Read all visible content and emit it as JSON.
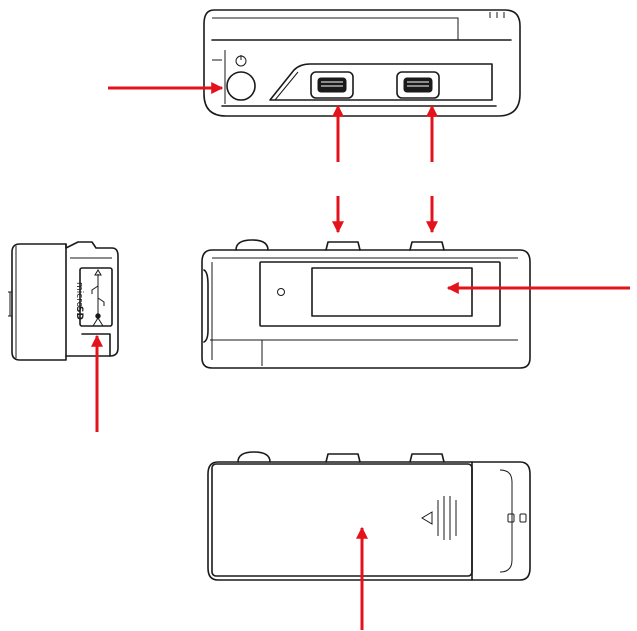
{
  "diagram": {
    "views": [
      "top-view",
      "left-side-view",
      "front-view",
      "back-view"
    ],
    "micro_sd_label": {
      "line1": "micro",
      "line2": "SD"
    },
    "colors": {
      "outline": "#1a1a1a",
      "arrow": "#e3121b",
      "background": "#ffffff"
    }
  }
}
